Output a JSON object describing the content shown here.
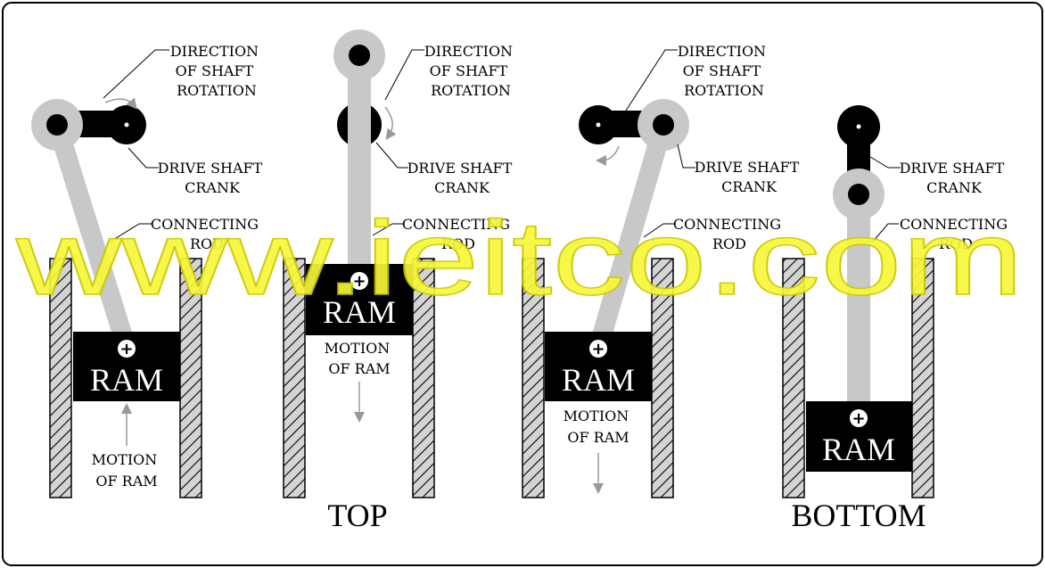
{
  "labels": {
    "direction": [
      "DIRECTION",
      "OF SHAFT",
      "ROTATION"
    ],
    "crank": [
      "DRIVE SHAFT",
      "CRANK"
    ],
    "rod": [
      "CONNECTING",
      "ROD"
    ],
    "motion": [
      "MOTION",
      "OF RAM"
    ],
    "ram": "RAM",
    "ram_symbol": "+"
  },
  "positions": {
    "top": "TOP",
    "bottom": "BOTTOM"
  },
  "watermark": "www.ieitco.com",
  "colors": {
    "rod": "#c8c8c8",
    "crank": "#000000",
    "ram": "#000000",
    "hatch_bg": "#d4d4d4",
    "arrow": "#999999",
    "watermark": "#f7f73a"
  }
}
